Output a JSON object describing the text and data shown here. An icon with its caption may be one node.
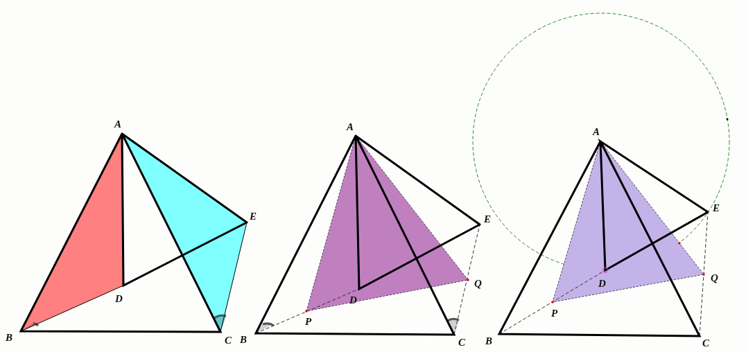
{
  "diagram": {
    "labels": [
      "A",
      "E",
      "D",
      "B",
      "C",
      "A",
      "E",
      "Q",
      "D",
      "P",
      "B",
      "C",
      "A",
      "E",
      "D",
      "Q",
      "P",
      "B",
      "C"
    ]
  }
}
